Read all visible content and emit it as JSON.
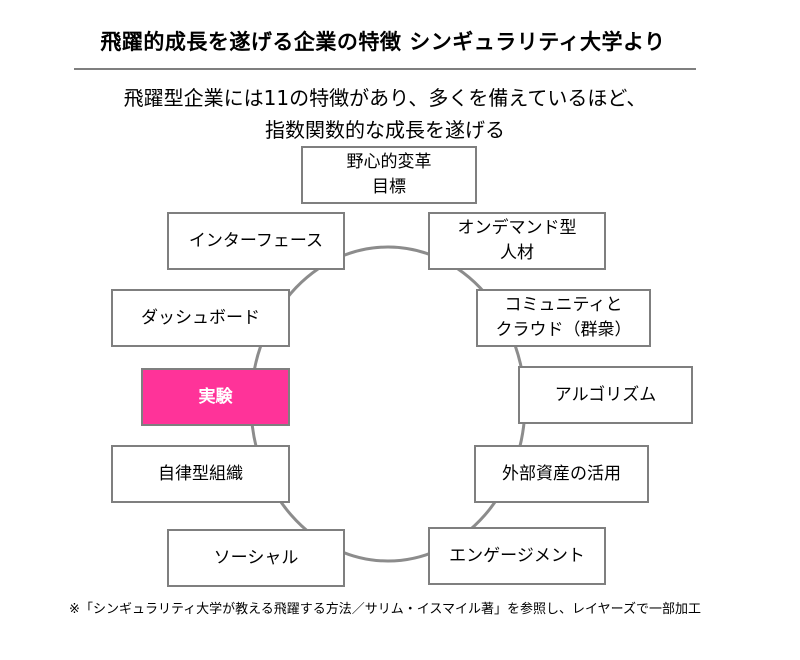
{
  "title": "飛躍的成長を遂げる企業の特徴 シンギュラリティ大学より",
  "subtitle_line1": "飛躍型企業には11の特徴があり、多くを備えているほど、",
  "subtitle_line2": "指数関数的な成長を遂げる",
  "accent_color": "#ff3399",
  "items": {
    "mtp": "野心的変革\n目標",
    "staff_on_demand": "オンデマンド型\n人材",
    "community_crowd": "コミュニティと\nクラウド（群衆）",
    "algorithms": "アルゴリズム",
    "leveraged_assets": "外部資産の活用",
    "engagement": "エンゲージメント",
    "social": "ソーシャル",
    "autonomy": "自律型組織",
    "experimentation": "実験",
    "dashboards": "ダッシュボード",
    "interfaces": "インターフェース"
  },
  "footnote": "※「シンギュラリティ大学が教える飛躍する方法／サリム・イスマイル著」を参照し、レイヤーズで一部加工"
}
